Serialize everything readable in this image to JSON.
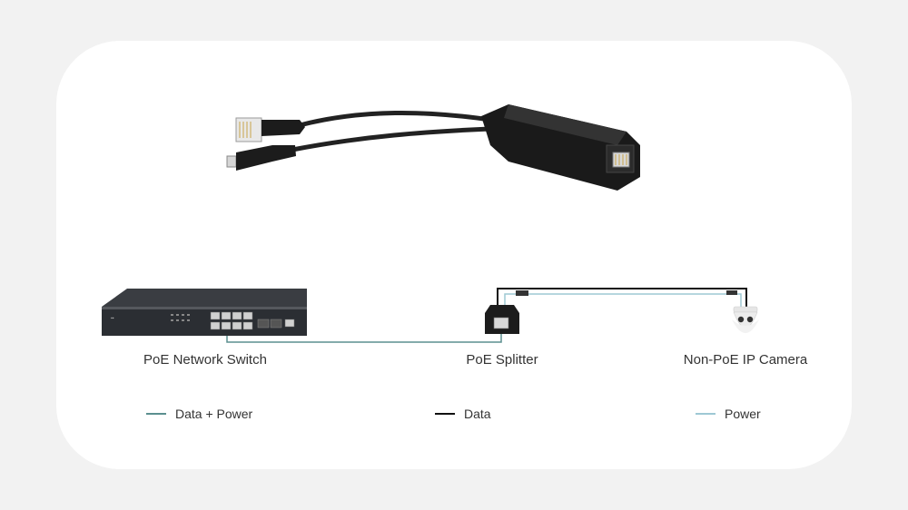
{
  "devices": {
    "switch_label": "PoE Network Switch",
    "splitter_label": "PoE Splitter",
    "camera_label": "Non-PoE IP Camera"
  },
  "legend": {
    "data_power": {
      "label": "Data + Power",
      "color": "#5b8f8f"
    },
    "data": {
      "label": "Data",
      "color": "#111111"
    },
    "power": {
      "label": "Power",
      "color": "#9ec8d4"
    }
  }
}
